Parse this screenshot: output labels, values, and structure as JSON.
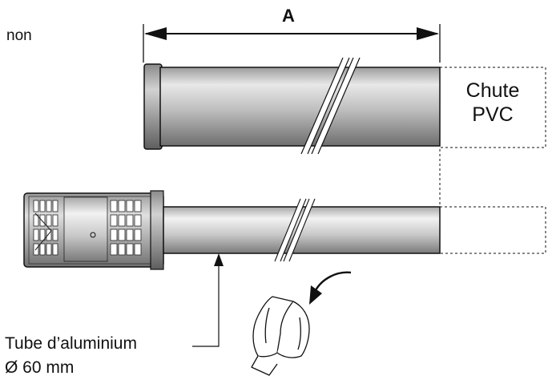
{
  "labels": {
    "corner_note": "non",
    "dimension": "A",
    "pvc_line1": "Chute",
    "pvc_line2": "PVC",
    "tube_line1": "Tube d’aluminium",
    "tube_line2": "Ø 60 mm"
  },
  "colors": {
    "ink": "#111111",
    "grey_pipe_dark": "#6e6e6e",
    "grey_pipe_light": "#e9e9e9"
  }
}
